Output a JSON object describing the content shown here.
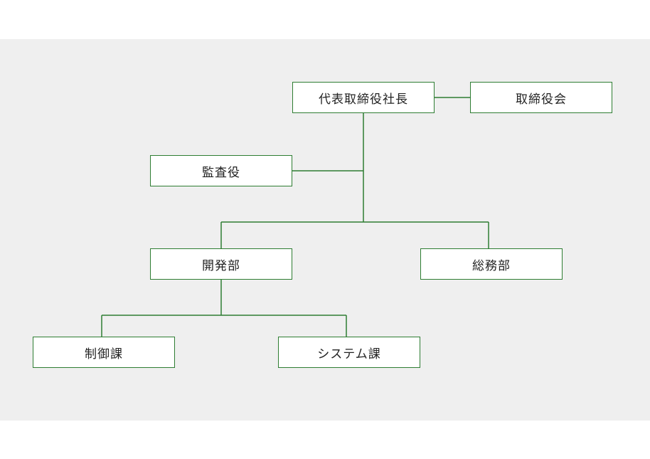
{
  "org_chart": {
    "nodes": {
      "president": "代表取締役社長",
      "board": "取締役会",
      "auditor": "監査役",
      "development": "開発部",
      "general_affairs": "総務部",
      "control_section": "制御課",
      "system_section": "システム課"
    },
    "edges": [
      [
        "president",
        "board"
      ],
      [
        "president",
        "auditor"
      ],
      [
        "president",
        "development"
      ],
      [
        "president",
        "general_affairs"
      ],
      [
        "development",
        "control_section"
      ],
      [
        "development",
        "system_section"
      ]
    ]
  },
  "colors": {
    "panel_background": "#efefef",
    "node_border": "#2e7d32",
    "connector": "#2e7d32",
    "node_background": "#ffffff",
    "text": "#222222"
  }
}
